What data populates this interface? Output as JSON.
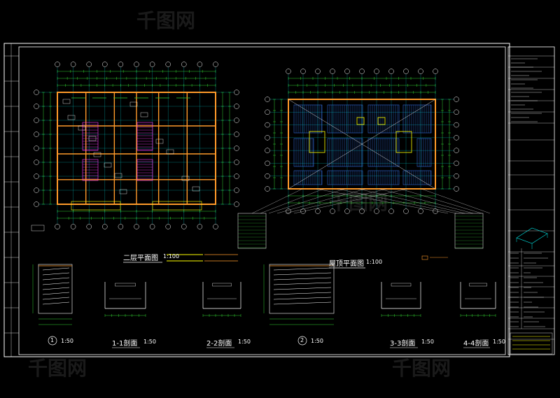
{
  "drawing": {
    "plan_left_title": "二层平面图",
    "plan_left_scale": "1:100",
    "plan_right_title": "屋顶平面图",
    "plan_right_scale": "1:100",
    "detail_1_num": "1",
    "detail_1_scale": "1:50",
    "section_1_label": "1-1剖面",
    "section_1_scale": "1:50",
    "section_2_label": "2-2剖面",
    "section_2_scale": "1:50",
    "detail_2_num": "2",
    "detail_2_scale": "1:50",
    "section_3_label": "3-3剖面",
    "section_3_scale": "1:50",
    "section_4_label": "4-4剖面",
    "section_4_scale": "1:50"
  },
  "watermark": {
    "text": "千图网"
  },
  "colors": {
    "background": "#000000",
    "frame": "#ffffff",
    "wall": "#ff9a2a",
    "grid": "#00e5e5",
    "dimension": "#32d232",
    "hatch": "#3a7dff",
    "stair": "#ff3cff",
    "accent": "#ffff00",
    "title_text": "#ffffff"
  }
}
